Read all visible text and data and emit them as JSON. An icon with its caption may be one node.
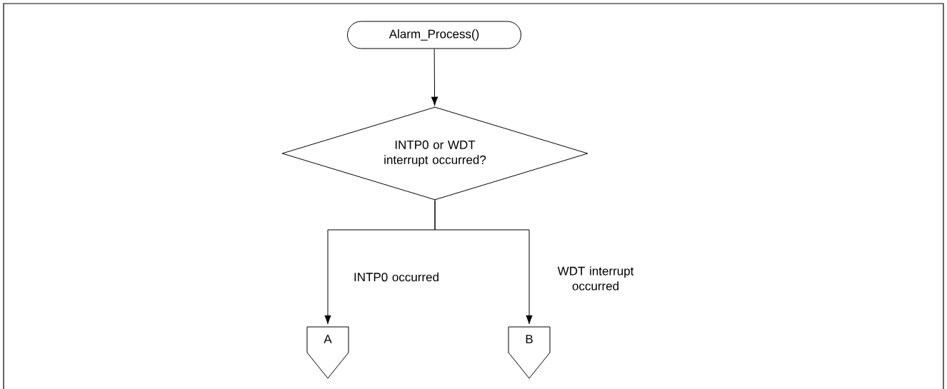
{
  "diagram": {
    "nodes": [
      {
        "text": [
          "Alarm_Process()"
        ]
      },
      {
        "text": [
          "INTP0 or WDT interrupt occurred?"
        ]
      },
      {
        "text": [
          "A"
        ]
      },
      {
        "text": [
          "B"
        ]
      }
    ],
    "edges": [
      {
        "from": 0,
        "to": 1,
        "arrow": "to"
      },
      {
        "from": 1,
        "to": 2,
        "arrow": "to",
        "label": "INTP0 occurred"
      },
      {
        "from": 1,
        "to": 3,
        "arrow": "to",
        "label": "WDT interrupt occurred"
      }
    ]
  }
}
